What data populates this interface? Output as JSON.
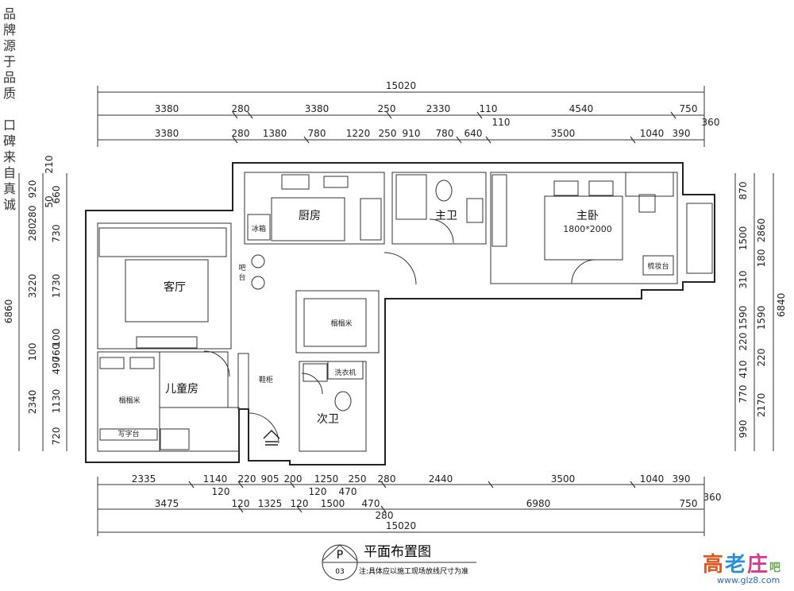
{
  "slogan": [
    "品",
    "牌",
    "源",
    "于",
    "品",
    "质",
    "",
    "口",
    "碑",
    "来",
    "自",
    "真",
    "诚"
  ],
  "title": {
    "main": "平面布置图",
    "badge_letter": "P",
    "badge_number": "03",
    "note": "注:具体应以施工现场放线尺寸为准"
  },
  "rooms": {
    "kitchen": "厨房",
    "master_bath": "主卫",
    "master_bedroom": "主卧",
    "bed_size": "1800*2000",
    "living_room": "客厅",
    "tatami_center": "榻榻米",
    "kids_room": "儿童房",
    "tatami_kids": "榻榻米",
    "second_bath": "次卫",
    "washer": "洗衣机",
    "fridge": "冰箱",
    "bar_1": "吧",
    "bar_2": "台",
    "shoe_cabinet": "鞋柜",
    "desk": "写字台",
    "vanity": "梳妆台"
  },
  "dims": {
    "top_total": "15020",
    "top_row1": [
      "3380",
      "280",
      "3380",
      "250",
      "2330",
      "110",
      "4540",
      "750"
    ],
    "top_row2": [
      "3380",
      "280",
      "1380",
      "780",
      "1220",
      "250",
      "910",
      "780",
      "640",
      "110",
      "3500",
      "1040",
      "390",
      "360"
    ],
    "bottom_row1": [
      "2335",
      "1140",
      "220",
      "905",
      "200",
      "1250",
      "250",
      "280",
      "2440",
      "3500",
      "1040",
      "390"
    ],
    "bottom_row1_sub": [
      "120",
      "120",
      "470"
    ],
    "bottom_row2": [
      "3475",
      "120",
      "1325",
      "120",
      "1500",
      "470",
      "6980",
      "750",
      "360"
    ],
    "bottom_280": "280",
    "bottom_total": "15020",
    "left_outer": [
      "210",
      "920",
      "50",
      "280",
      "280",
      "3220",
      "100",
      "2340"
    ],
    "left_inner": [
      "660",
      "730",
      "1730",
      "100",
      "760",
      "490",
      "1130",
      "720"
    ],
    "left_total": "6860",
    "right_inner": [
      "870",
      "1500",
      "180",
      "310",
      "1590",
      "220",
      "410",
      "770",
      "990"
    ],
    "right_mid": [
      "2860",
      "1590",
      "220",
      "2170"
    ],
    "right_total": "6840"
  },
  "watermark": {
    "mark_1": "高",
    "mark_2": "老",
    "mark_3": "庄",
    "mark_4": "吧",
    "url": "www.glz8.com"
  }
}
